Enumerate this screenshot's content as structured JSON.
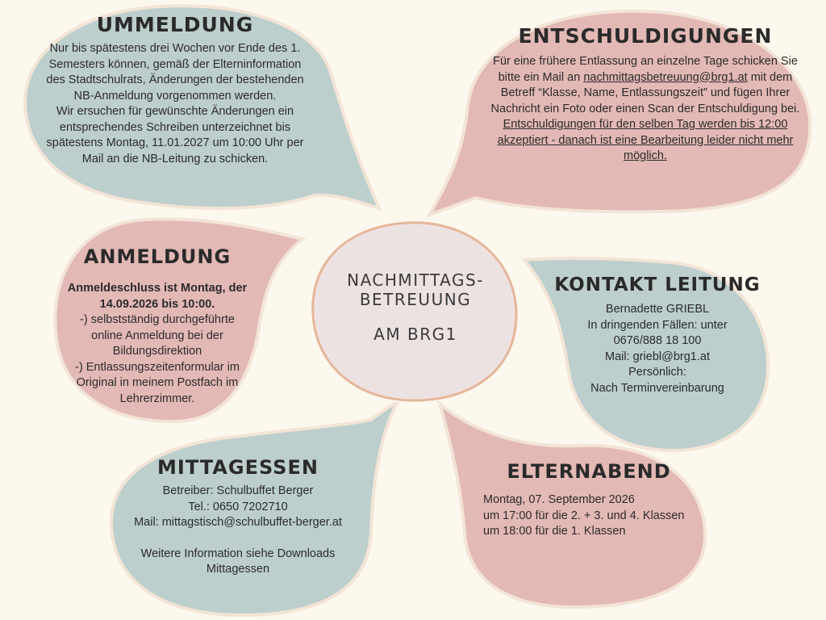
{
  "center": {
    "line1": "NACHMITTAGS-",
    "line2": "BETREUUNG",
    "line3": "AM BRG1"
  },
  "ummeldung": {
    "title": "UMMELDUNG",
    "text1": "Nur bis spätestens drei Wochen vor Ende des 1. Semesters können, gemäß der Elterninformation des Stadtschulrats, Änderungen der bestehenden NB-Anmeldung vorgenommen werden.",
    "text2": "Wir ersuchen für gewünschte Änderungen ein entsprechendes Schreiben unterzeichnet bis spätestens Montag, 11.01.2027 um 10:00 Uhr per Mail an die NB-Leitung zu schicken."
  },
  "entschuldigungen": {
    "title": "ENTSCHULDIGUNGEN",
    "text_a": "Für eine frühere Entlassung an einzelne Tage schicken Sie bitte ein Mail an ",
    "email": "nachmittagsbetreuung@brg1.at",
    "text_b": " mit dem Betreff “Klasse, Name, Entlassungszeit” und fügen Ihrer Nachricht ein Foto oder einen Scan der Entschuldigung bei.",
    "note": "Entschuldigungen für den selben Tag werden bis 12:00 akzeptiert - danach ist eine Bearbeitung leider nicht mehr möglich."
  },
  "anmeldung": {
    "title": "ANMELDUNG",
    "deadline": "Anmeldeschluss ist Montag, der 14.09.2026 bis 10:00.",
    "item1": "-) selbstständig durchgeführte online Anmeldung bei der Bildungsdirektion",
    "item2": "-) Entlassungszeitenformular im Original in meinem Postfach im Lehrerzimmer."
  },
  "kontakt": {
    "title": "KONTAKT LEITUNG",
    "name": "Bernadette GRIEBL",
    "urgent": "In dringenden Fällen: unter",
    "phone": "0676/888 18 100",
    "mail": "Mail: griebl@brg1.at",
    "personal": "Persönlich:",
    "appointment": "Nach Terminvereinbarung"
  },
  "mittagessen": {
    "title": "MITTAGESSEN",
    "operator": "Betreiber: Schulbuffet Berger",
    "phone": "Tel.: 0650 7202710",
    "mail": "Mail: mittagstisch@schulbuffet-berger.at",
    "more": "Weitere Information siehe Downloads Mittagessen"
  },
  "elternabend": {
    "title": "ELTERNABEND",
    "date": "Montag, 07. September 2026",
    "time1": "um 17:00 für die 2. + 3. und 4. Klassen",
    "time2": "um 18:00 für die 1. Klassen"
  }
}
